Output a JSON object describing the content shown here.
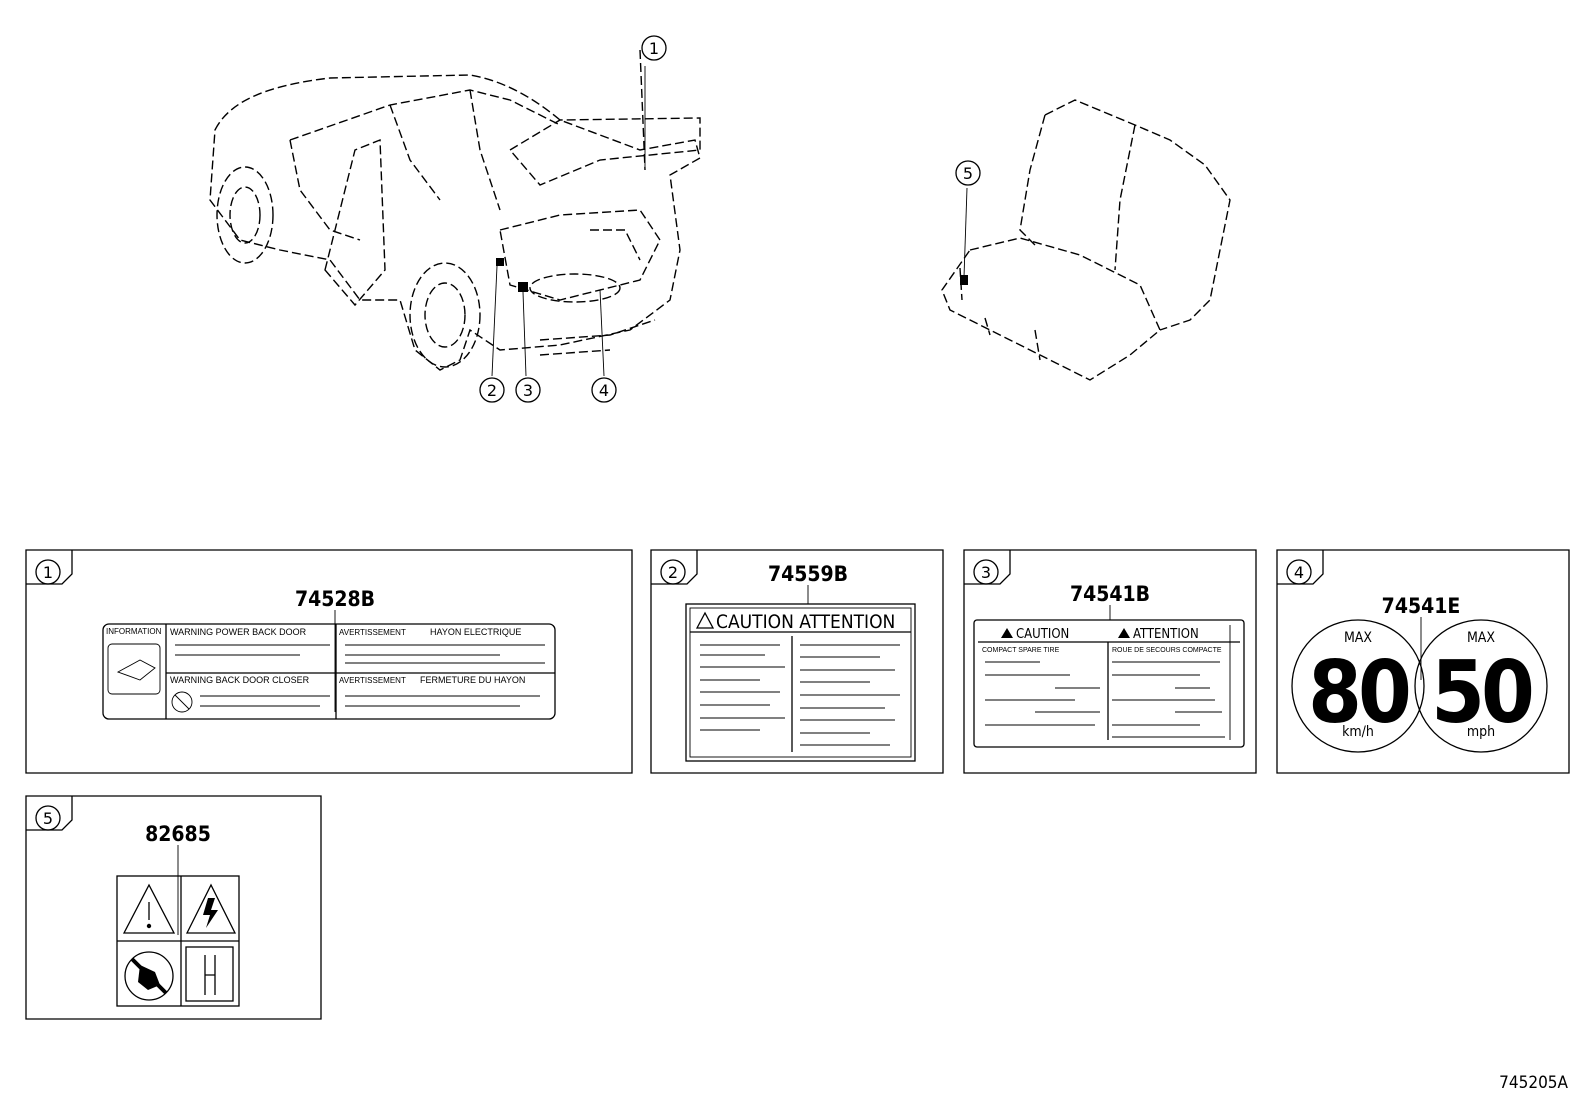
{
  "callouts": {
    "c1": "1",
    "c2": "2",
    "c3": "3",
    "c4": "4",
    "c5": "5"
  },
  "panels": [
    {
      "callout": "1",
      "part_number": "74528B",
      "label_texts": {
        "information": "INFORMATION",
        "warning_power_back_door": "WARNING  POWER BACK DOOR",
        "avertissement_1": "AVERTISSEMENT",
        "hayon_electrique": "HAYON ELECTRIQUE",
        "warning_back_door_closer": "WARNING  BACK DOOR CLOSER",
        "avertissement_2": "AVERTISSEMENT",
        "fermeture_du_hayon": "FERMETURE DU HAYON"
      }
    },
    {
      "callout": "2",
      "part_number": "74559B",
      "label_texts": {
        "heading": "CAUTION ATTENTION"
      }
    },
    {
      "callout": "3",
      "part_number": "74541B",
      "label_texts": {
        "caution": "CAUTION",
        "attention": "ATTENTION",
        "compact_spare_tire": "COMPACT SPARE TIRE",
        "roue_de_secours": "ROUE DE SECOURS COMPACTE"
      }
    },
    {
      "callout": "4",
      "part_number": "74541E",
      "label_texts": {
        "max_left": "MAX",
        "value_left": "80",
        "unit_left": "km/h",
        "max_right": "MAX",
        "value_right": "50",
        "unit_right": "mph"
      }
    },
    {
      "callout": "5",
      "part_number": "82685"
    }
  ],
  "diagram_id": "745205A"
}
